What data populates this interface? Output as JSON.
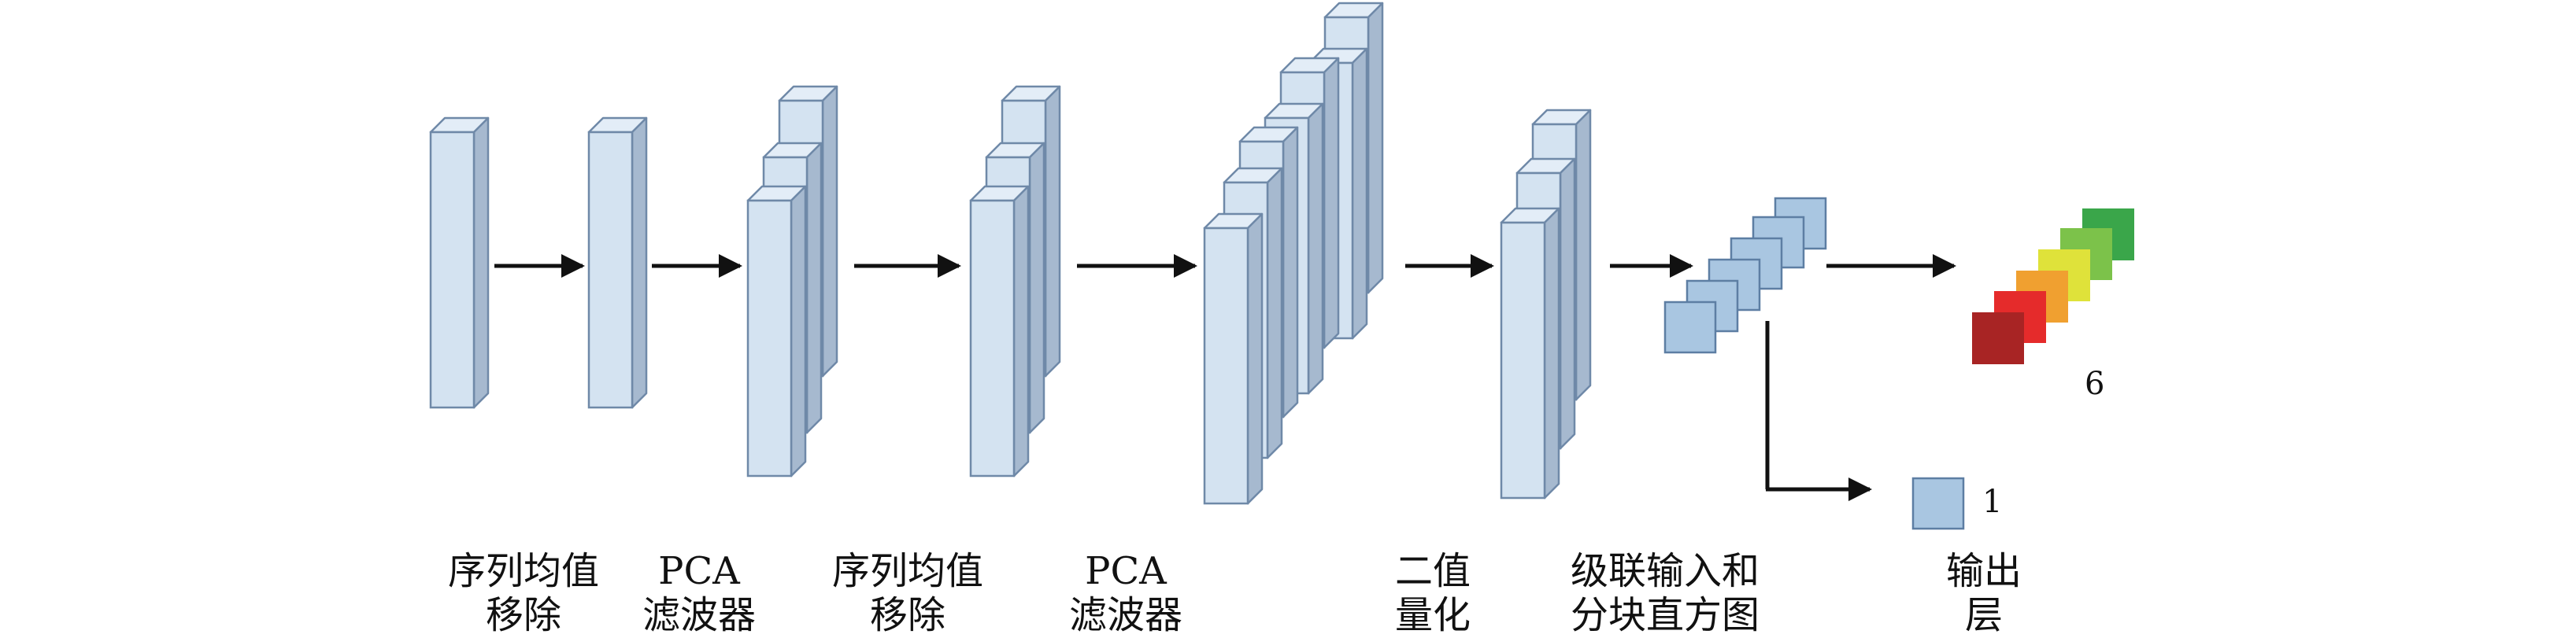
{
  "stages": [
    {
      "line1": "序列均值",
      "line2": "移除"
    },
    {
      "line1": "PCA",
      "line2": "滤波器"
    },
    {
      "line1": "序列均值",
      "line2": "移除"
    },
    {
      "line1": "PCA",
      "line2": "滤波器"
    },
    {
      "line1": "二值",
      "line2": "量化"
    },
    {
      "line1": "级联输入和",
      "line2": "分块直方图"
    },
    {
      "line1": "输出",
      "line2": "层"
    }
  ],
  "outputs": {
    "label_six": "6",
    "label_one": "1"
  },
  "colors": {
    "block_face": "#d4e3f1",
    "block_top": "#e3edf7",
    "block_side": "#a6b9cf",
    "block_stroke": "#6f89a8",
    "square_fill": "#a9c6e1",
    "square_stroke": "#5d7ea3",
    "arrow": "#111111",
    "output_red_dark": "#a82424",
    "output_red": "#e52b2b",
    "output_orange": "#f0a030",
    "output_yellow": "#dfe23a",
    "output_lightgreen": "#7cc24a",
    "output_green": "#3aa64a"
  }
}
